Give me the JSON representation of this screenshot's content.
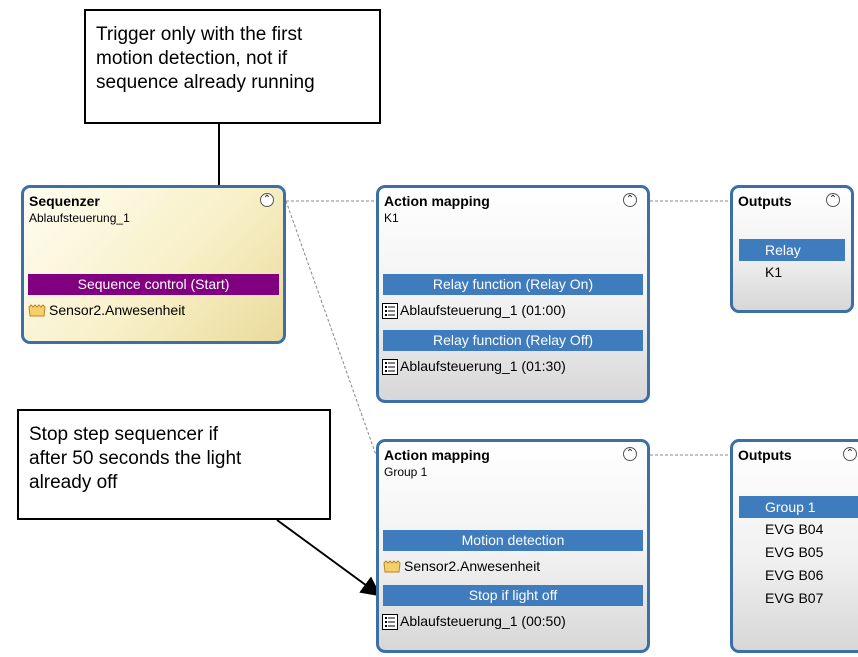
{
  "callouts": {
    "trigger": "Trigger only with the first\nmotion detection, not if\nsequence already running",
    "stop": "Stop step sequencer if\nafter 50 seconds the light\nalready off"
  },
  "sequencer": {
    "title": "Sequenzer",
    "subtitle": "Ablaufsteuerung_1",
    "bar": "Sequence control (Start)",
    "item": "Sensor2.Anwesenheit"
  },
  "action1": {
    "title": "Action mapping",
    "subtitle": "K1",
    "bar1": "Relay function (Relay On)",
    "row1": "Ablaufsteuerung_1 (01:00)",
    "bar2": "Relay function (Relay Off)",
    "row2": "Ablaufsteuerung_1 (01:30)"
  },
  "outputs1": {
    "title": "Outputs",
    "selected": "Relay",
    "items": [
      "K1"
    ]
  },
  "action2": {
    "title": "Action mapping",
    "subtitle": "Group 1",
    "bar1": "Motion detection",
    "row1": "Sensor2.Anwesenheit",
    "bar2": "Stop if light off",
    "row2": "Ablaufsteuerung_1 (00:50)"
  },
  "outputs2": {
    "title": "Outputs",
    "selected": "Group 1",
    "items": [
      "EVG B04",
      "EVG B05",
      "EVG B06",
      "EVG B07"
    ]
  },
  "icons": {
    "collapse": "double-chevron-up-icon",
    "sensor": "sensor-hand-icon",
    "list": "list-icon"
  },
  "colors": {
    "border": "#3b6fa8",
    "bar_blue": "#3f7cbd",
    "bar_purple": "#800080",
    "sequencer_bg": "#f8f0c8"
  }
}
